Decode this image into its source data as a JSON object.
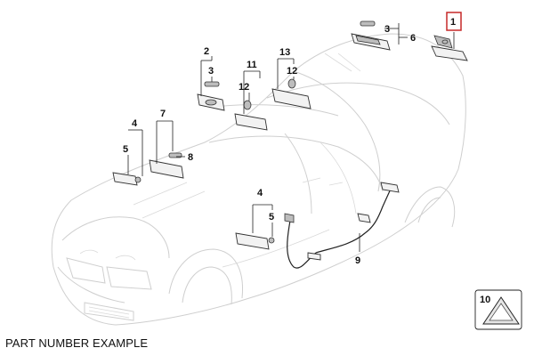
{
  "caption": "PART NUMBER EXAMPLE",
  "colors": {
    "highlight": "#c62828",
    "line": "#222222",
    "car_outline": "#cfcfcf"
  },
  "callouts": {
    "c1": "1",
    "c2": "2",
    "c3a": "3",
    "c3b": "3",
    "c4a": "4",
    "c4b": "4",
    "c5a": "5",
    "c5b": "5",
    "c6": "6",
    "c7": "7",
    "c8": "8",
    "c9": "9",
    "c10": "10",
    "c11": "11",
    "c12a": "12",
    "c12b": "12",
    "c13": "13"
  },
  "highlighted_callout": "1"
}
